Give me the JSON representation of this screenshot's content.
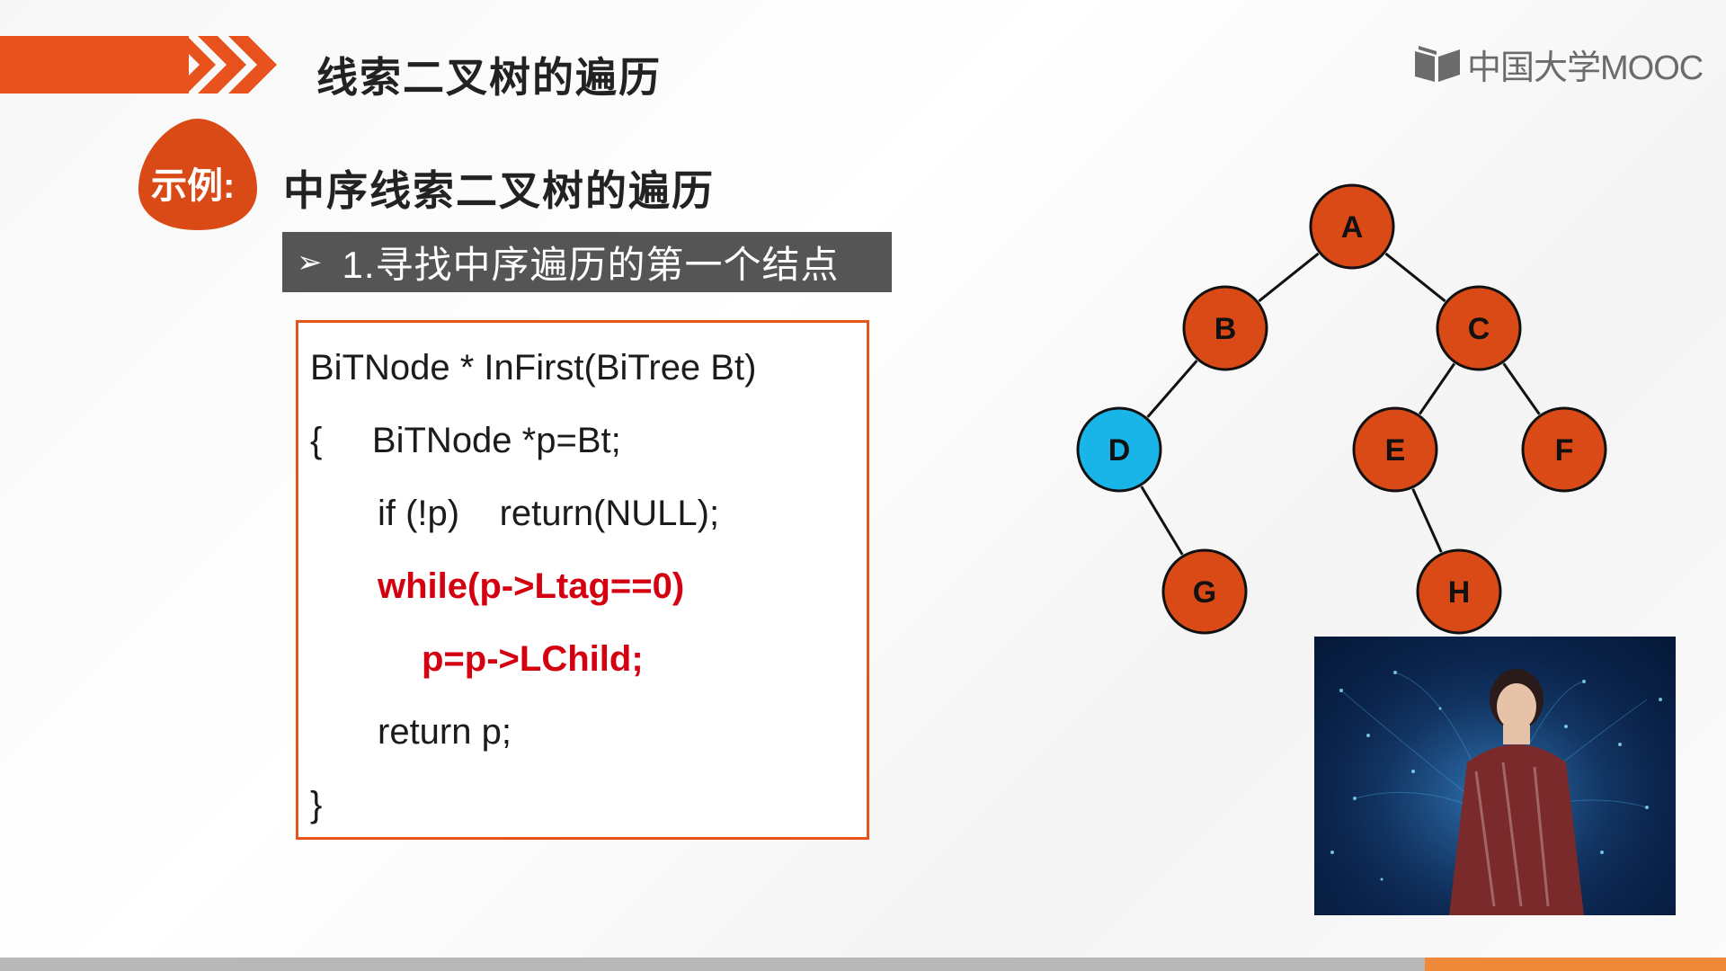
{
  "header": {
    "title": "线索二叉树的遍历",
    "logo_text": "中国大学MOOC",
    "accent_color": "#e8521d"
  },
  "example": {
    "badge_label": "示例:",
    "subtitle": "中序线索二叉树的遍历"
  },
  "step": {
    "arrow": "➢",
    "text": "1.寻找中序遍历的第一个结点"
  },
  "code": {
    "lines": [
      "BiTNode * InFirst(BiTree Bt)",
      "{     BiTNode *p=Bt;",
      "if (!p)    return(NULL);",
      "while(p->Ltag==0)",
      "p=p->LChild;",
      "return p;",
      "}"
    ],
    "highlight_color": "#d40010"
  },
  "tree": {
    "nodes": [
      "A",
      "B",
      "C",
      "D",
      "E",
      "F",
      "G",
      "H"
    ],
    "edges": [
      [
        "A",
        "B"
      ],
      [
        "A",
        "C"
      ],
      [
        "B",
        "D"
      ],
      [
        "C",
        "E"
      ],
      [
        "C",
        "F"
      ],
      [
        "D",
        "G"
      ],
      [
        "E",
        "H"
      ]
    ],
    "highlighted_node": "D",
    "node_color": "#d94a16",
    "highlight_color": "#19b4e8"
  },
  "video": {
    "icon": "presenter-video"
  }
}
